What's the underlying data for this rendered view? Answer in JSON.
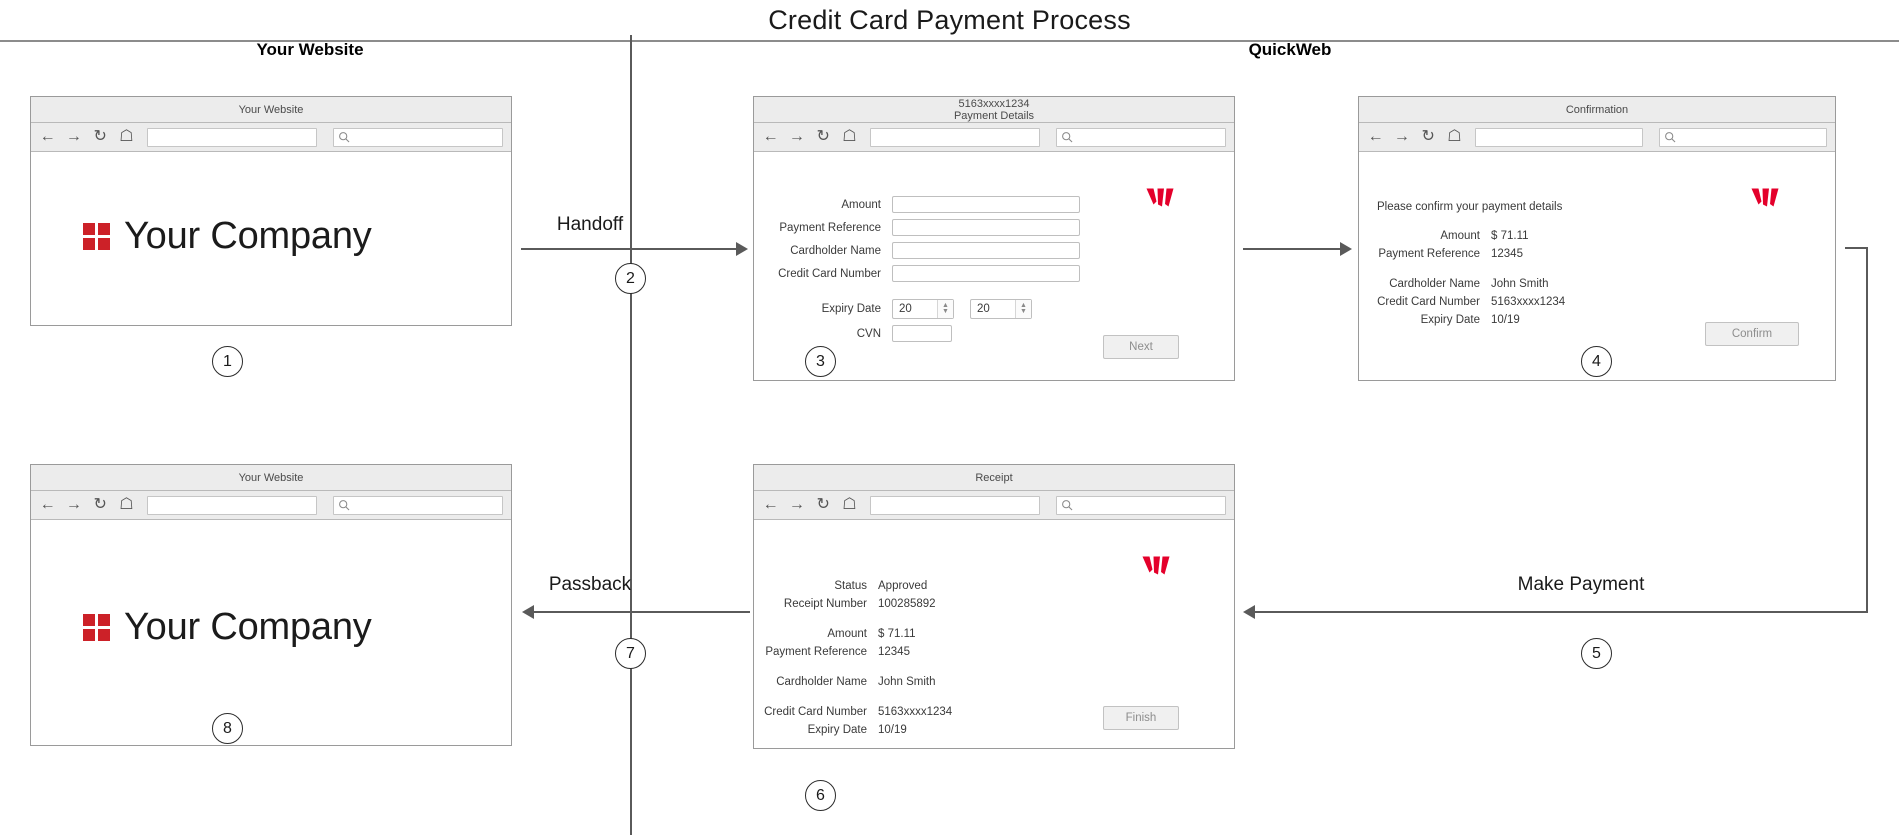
{
  "diagram": {
    "title": "Credit Card Payment Process",
    "lanes": {
      "left": "Your Website",
      "right": "QuickWeb"
    }
  },
  "colors": {
    "company_red": "#cc2128",
    "westpac_red": "#e4002b",
    "line": "#5a5a5a",
    "chrome": "#ececec"
  },
  "windows": {
    "site_top": {
      "title": "Your Website",
      "subtitle": "",
      "logo_text": "Your Company",
      "url_value": "",
      "search_value": ""
    },
    "payment_details": {
      "title": "5163xxxx1234",
      "subtitle": "Payment Details",
      "url_value": "",
      "search_value": "",
      "fields": [
        {
          "label": "Amount",
          "value": ""
        },
        {
          "label": "Payment Reference",
          "value": ""
        },
        {
          "label": "Cardholder Name",
          "value": ""
        },
        {
          "label": "Credit Card Number",
          "value": ""
        }
      ],
      "expiry": {
        "label": "Expiry Date",
        "month": "20",
        "year": "20"
      },
      "cvn": {
        "label": "CVN",
        "value": ""
      },
      "button": "Next"
    },
    "confirmation": {
      "title": "Confirmation",
      "subtitle": "",
      "url_value": "",
      "search_value": "",
      "intro": "Please confirm your payment details",
      "rows": [
        {
          "label": "Amount",
          "value": "$ 71.11"
        },
        {
          "label": "Payment Reference",
          "value": "12345"
        },
        {
          "label": "Cardholder Name",
          "value": "John Smith"
        },
        {
          "label": "Credit Card Number",
          "value": "5163xxxx1234"
        },
        {
          "label": "Expiry Date",
          "value": "10/19"
        }
      ],
      "button": "Confirm"
    },
    "receipt": {
      "title": "Receipt",
      "subtitle": "",
      "url_value": "",
      "search_value": "",
      "rows": [
        {
          "label": "Status",
          "value": "Approved"
        },
        {
          "label": "Receipt Number",
          "value": "100285892"
        },
        {
          "label": "Amount",
          "value": "$ 71.11"
        },
        {
          "label": "Payment Reference",
          "value": "12345"
        },
        {
          "label": "Cardholder Name",
          "value": "John Smith"
        },
        {
          "label": "Credit Card Number",
          "value": "5163xxxx1234"
        },
        {
          "label": "Expiry Date",
          "value": "10/19"
        }
      ],
      "button": "Finish"
    },
    "site_bottom": {
      "title": "Your Website",
      "subtitle": "",
      "logo_text": "Your Company",
      "url_value": "",
      "search_value": ""
    }
  },
  "flow": {
    "handoff_label": "Handoff",
    "passback_label": "Passback",
    "make_payment_label": "Make Payment",
    "steps": [
      "1",
      "2",
      "3",
      "4",
      "5",
      "6",
      "7",
      "8"
    ]
  }
}
